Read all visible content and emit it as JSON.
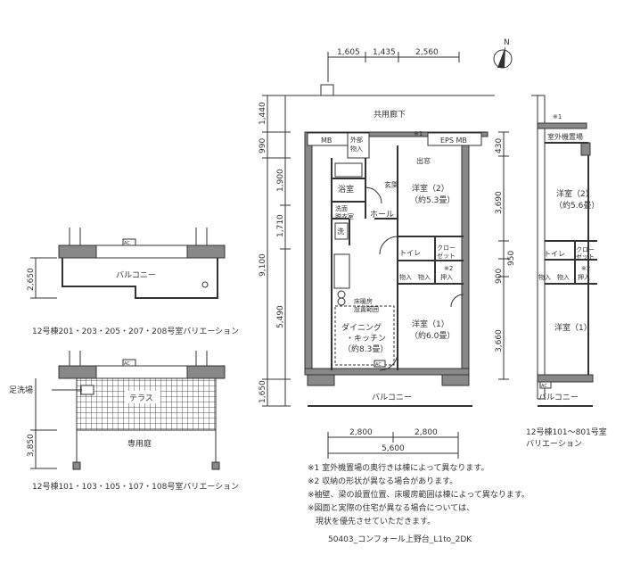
{
  "compass": "N",
  "top_dims": [
    "1,605",
    "1,435",
    "2,560"
  ],
  "left_dims": [
    "1,440",
    "990",
    "1,900",
    "1,710",
    "9,100",
    "5,490",
    "1,650"
  ],
  "right_dims": [
    "430",
    "3,690",
    "900",
    "950",
    "3,660"
  ],
  "bottom_dims": [
    "2,800",
    "2,800",
    "5,600"
  ],
  "corridor": "共用廊下",
  "main_rooms": {
    "mb1": "MB",
    "gaibu": "外部\n物入",
    "eps": "EPS MB",
    "demado": "出窓",
    "bath": "浴室",
    "dressing": "洗面\n脱衣室",
    "wash": "洗",
    "hall": "ホール",
    "genkan": "玄関",
    "wr2": "洋室（2）\n（約5.3畳）",
    "toilet": "トイレ",
    "closet": "クロー\nゼット",
    "mono1": "物入",
    "mono2": "物入",
    "oshi": "押入",
    "floorheat": "床暖房\n設置範囲",
    "dk": "ダイニング\n・キッチン\n（約8.3畳）",
    "wr1": "洋室（1）\n（約6.0畳）",
    "balcony": "バルコニー",
    "note1": "※1",
    "note2": "※2",
    "ac": "AC"
  },
  "variants": {
    "a_balcony": "バルコニー",
    "a_caption": "12号棟201・203・205・207・208号室バリエーション",
    "a_dim": "2,650",
    "b_ashiarai": "足洗場",
    "b_terrace": "テラス",
    "b_garden": "専用庭",
    "b_dim": "3,850",
    "b_caption": "12号棟101・103・105・107・108号室バリエーション",
    "c_outdoor": "室外機置場",
    "c_wr2": "洋室（2）\n（約5.6畳）",
    "c_toilet": "トイレ",
    "c_closet": "クロー\nゼット",
    "c_mono1": "物入",
    "c_mono2": "物入",
    "c_oshi": "押入",
    "c_wr1": "洋室（1）",
    "c_balcony": "バルコニー",
    "c_caption": "12号棟101～801号室\nバリエーション"
  },
  "notes": [
    "※1 室外機置場の奥行きは棟によって異なります。",
    "※2 収納の形状が異なる場合があります。",
    "※袖壁、梁の設置位置、床暖房範囲は棟によって異なります。",
    "※図面と実際の住宅が異なる場合については、",
    "　現状を優先させていただきます。"
  ],
  "footer": "50403_コンフォール上野台_L1to_2DK"
}
